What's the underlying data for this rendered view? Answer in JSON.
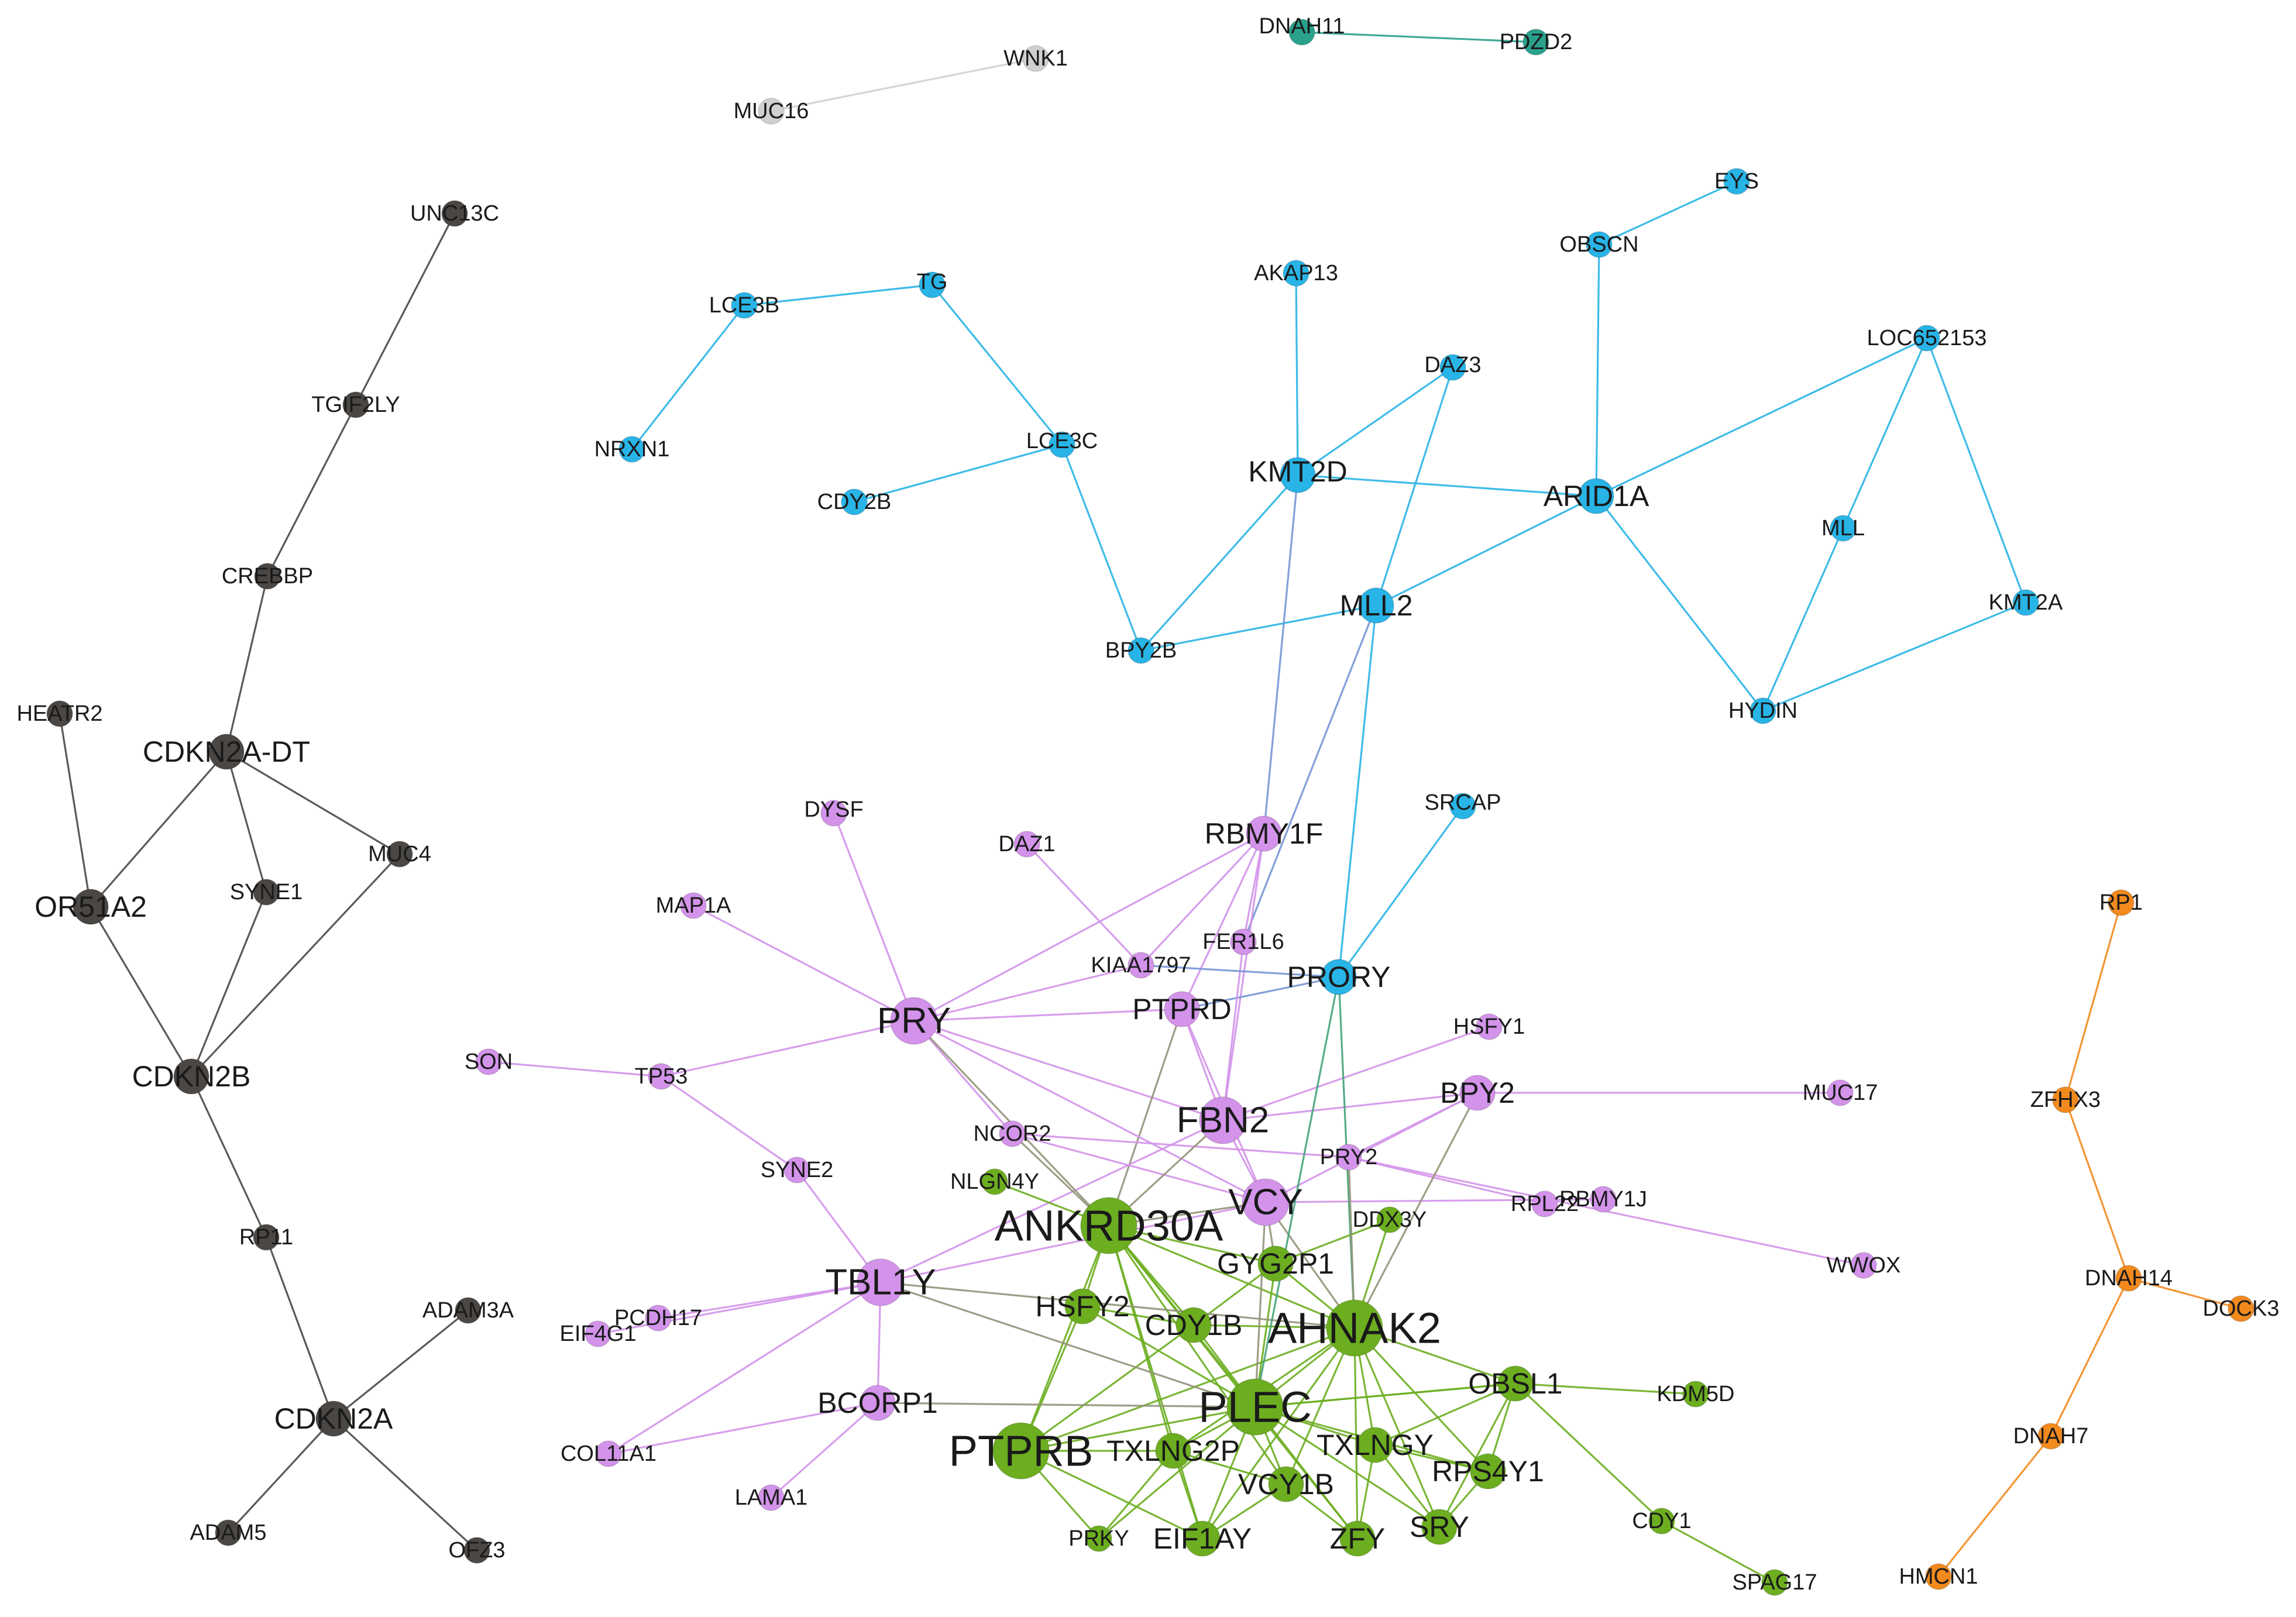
{
  "colors": {
    "gray": "#d0d0d0",
    "teal": "#2aa18b",
    "blue": "#28b4e6",
    "violet": "#d393ea",
    "green": "#6cae20",
    "dark": "#4a4744",
    "orange": "#f28a1e"
  },
  "nodes": [
    {
      "id": "MUC16",
      "label": "MUC16",
      "group": "gray",
      "size": "s"
    },
    {
      "id": "WNK1",
      "label": "WNK1",
      "group": "gray",
      "size": "s"
    },
    {
      "id": "DNAH11",
      "label": "DNAH11",
      "group": "teal",
      "size": "s"
    },
    {
      "id": "PDZD2",
      "label": "PDZD2",
      "group": "teal",
      "size": "s"
    },
    {
      "id": "LCE3B",
      "label": "LCE3B",
      "group": "blue",
      "size": "s"
    },
    {
      "id": "TG",
      "label": "TG",
      "group": "blue",
      "size": "s"
    },
    {
      "id": "NRXN1",
      "label": "NRXN1",
      "group": "blue",
      "size": "s"
    },
    {
      "id": "LCE3C",
      "label": "LCE3C",
      "group": "blue",
      "size": "s"
    },
    {
      "id": "CDY2B",
      "label": "CDY2B",
      "group": "blue",
      "size": "s"
    },
    {
      "id": "BPY2B",
      "label": "BPY2B",
      "group": "blue",
      "size": "s"
    },
    {
      "id": "AKAP13",
      "label": "AKAP13",
      "group": "blue",
      "size": "s"
    },
    {
      "id": "DAZ3",
      "label": "DAZ3",
      "group": "blue",
      "size": "s"
    },
    {
      "id": "KMT2D",
      "label": "KMT2D",
      "group": "blue",
      "size": "m"
    },
    {
      "id": "ARID1A",
      "label": "ARID1A",
      "group": "blue",
      "size": "m"
    },
    {
      "id": "MLL2",
      "label": "MLL2",
      "group": "blue",
      "size": "m"
    },
    {
      "id": "EYS",
      "label": "EYS",
      "group": "blue",
      "size": "s"
    },
    {
      "id": "OBSCN",
      "label": "OBSCN",
      "group": "blue",
      "size": "s"
    },
    {
      "id": "LOC652153",
      "label": "LOC652153",
      "group": "blue",
      "size": "s"
    },
    {
      "id": "MLL",
      "label": "MLL",
      "group": "blue",
      "size": "s"
    },
    {
      "id": "KMT2A",
      "label": "KMT2A",
      "group": "blue",
      "size": "s"
    },
    {
      "id": "HYDIN",
      "label": "HYDIN",
      "group": "blue",
      "size": "s"
    },
    {
      "id": "SRCAP",
      "label": "SRCAP",
      "group": "blue",
      "size": "s"
    },
    {
      "id": "PRORY",
      "label": "PRORY",
      "group": "blue",
      "size": "m"
    },
    {
      "id": "UNC13C",
      "label": "UNC13C",
      "group": "dark",
      "size": "s"
    },
    {
      "id": "TGIF2LY",
      "label": "TGIF2LY",
      "group": "dark",
      "size": "s"
    },
    {
      "id": "CREBBP",
      "label": "CREBBP",
      "group": "dark",
      "size": "s"
    },
    {
      "id": "HEATR2",
      "label": "HEATR2",
      "group": "dark",
      "size": "s"
    },
    {
      "id": "CDKN2A-DT",
      "label": "CDKN2A-DT",
      "group": "dark",
      "size": "m"
    },
    {
      "id": "SYNE1",
      "label": "SYNE1",
      "group": "dark",
      "size": "s"
    },
    {
      "id": "MUC4",
      "label": "MUC4",
      "group": "dark",
      "size": "s"
    },
    {
      "id": "OR51A2",
      "label": "OR51A2",
      "group": "dark",
      "size": "m"
    },
    {
      "id": "CDKN2B",
      "label": "CDKN2B",
      "group": "dark",
      "size": "m"
    },
    {
      "id": "RP11",
      "label": "RP11",
      "group": "dark",
      "size": "s"
    },
    {
      "id": "ADAM3A",
      "label": "ADAM3A",
      "group": "dark",
      "size": "s"
    },
    {
      "id": "CDKN2A",
      "label": "CDKN2A",
      "group": "dark",
      "size": "m"
    },
    {
      "id": "ADAM5",
      "label": "ADAM5",
      "group": "dark",
      "size": "s"
    },
    {
      "id": "OFZ3",
      "label": "OFZ3",
      "group": "dark",
      "size": "s"
    },
    {
      "id": "DYSF",
      "label": "DYSF",
      "group": "violet",
      "size": "s"
    },
    {
      "id": "DAZ1",
      "label": "DAZ1",
      "group": "violet",
      "size": "s"
    },
    {
      "id": "RBMY1F",
      "label": "RBMY1F",
      "group": "violet",
      "size": "m"
    },
    {
      "id": "MAP1A",
      "label": "MAP1A",
      "group": "violet",
      "size": "s"
    },
    {
      "id": "KIAA1797",
      "label": "KIAA1797",
      "group": "violet",
      "size": "s"
    },
    {
      "id": "FER1L6",
      "label": "FER1L6",
      "group": "violet",
      "size": "s"
    },
    {
      "id": "PRY",
      "label": "PRY",
      "group": "violet",
      "size": "l"
    },
    {
      "id": "PTPRD",
      "label": "PTPRD",
      "group": "violet",
      "size": "m"
    },
    {
      "id": "SON",
      "label": "SON",
      "group": "violet",
      "size": "s"
    },
    {
      "id": "TP53",
      "label": "TP53",
      "group": "violet",
      "size": "s"
    },
    {
      "id": "HSFY1",
      "label": "HSFY1",
      "group": "violet",
      "size": "s"
    },
    {
      "id": "BPY2",
      "label": "BPY2",
      "group": "violet",
      "size": "m"
    },
    {
      "id": "MUC17",
      "label": "MUC17",
      "group": "violet",
      "size": "s"
    },
    {
      "id": "FBN2",
      "label": "FBN2",
      "group": "violet",
      "size": "l"
    },
    {
      "id": "NCOR2",
      "label": "NCOR2",
      "group": "violet",
      "size": "s"
    },
    {
      "id": "PRY2",
      "label": "PRY2",
      "group": "violet",
      "size": "s"
    },
    {
      "id": "SYNE2",
      "label": "SYNE2",
      "group": "violet",
      "size": "s"
    },
    {
      "id": "VCY",
      "label": "VCY",
      "group": "violet",
      "size": "l"
    },
    {
      "id": "RPL22",
      "label": "RPL22",
      "group": "violet",
      "size": "s"
    },
    {
      "id": "RBMY1J",
      "label": "RBMY1J",
      "group": "violet",
      "size": "s"
    },
    {
      "id": "WWOX",
      "label": "WWOX",
      "group": "violet",
      "size": "s"
    },
    {
      "id": "TBL1Y",
      "label": "TBL1Y",
      "group": "violet",
      "size": "l"
    },
    {
      "id": "EIF4G1",
      "label": "EIF4G1",
      "group": "violet",
      "size": "s"
    },
    {
      "id": "PCDH17",
      "label": "PCDH17",
      "group": "violet",
      "size": "s"
    },
    {
      "id": "BCORP1",
      "label": "BCORP1",
      "group": "violet",
      "size": "m"
    },
    {
      "id": "COL11A1",
      "label": "COL11A1",
      "group": "violet",
      "size": "s"
    },
    {
      "id": "LAMA1",
      "label": "LAMA1",
      "group": "violet",
      "size": "s"
    },
    {
      "id": "NLGN4Y",
      "label": "NLGN4Y",
      "group": "green",
      "size": "s"
    },
    {
      "id": "ANKRD30A",
      "label": "ANKRD30A",
      "group": "green",
      "size": "xl"
    },
    {
      "id": "DDX3Y",
      "label": "DDX3Y",
      "group": "green",
      "size": "s"
    },
    {
      "id": "GYG2P1",
      "label": "GYG2P1",
      "group": "green",
      "size": "m"
    },
    {
      "id": "HSFY2",
      "label": "HSFY2",
      "group": "green",
      "size": "m"
    },
    {
      "id": "CDY1B",
      "label": "CDY1B",
      "group": "green",
      "size": "m"
    },
    {
      "id": "AHNAK2",
      "label": "AHNAK2",
      "group": "green",
      "size": "xl"
    },
    {
      "id": "OBSL1",
      "label": "OBSL1",
      "group": "green",
      "size": "m"
    },
    {
      "id": "KDM5D",
      "label": "KDM5D",
      "group": "green",
      "size": "s"
    },
    {
      "id": "PLEC",
      "label": "PLEC",
      "group": "green",
      "size": "xl"
    },
    {
      "id": "PTPRB",
      "label": "PTPRB",
      "group": "green",
      "size": "xl"
    },
    {
      "id": "TXLNG2P",
      "label": "TXLNG2P",
      "group": "green",
      "size": "m"
    },
    {
      "id": "TXLNGY",
      "label": "TXLNGY",
      "group": "green",
      "size": "m"
    },
    {
      "id": "RPS4Y1",
      "label": "RPS4Y1",
      "group": "green",
      "size": "m"
    },
    {
      "id": "VCY1B",
      "label": "VCY1B",
      "group": "green",
      "size": "m"
    },
    {
      "id": "CDY1",
      "label": "CDY1",
      "group": "green",
      "size": "s"
    },
    {
      "id": "PRKY",
      "label": "PRKY",
      "group": "green",
      "size": "s"
    },
    {
      "id": "EIF1AY",
      "label": "EIF1AY",
      "group": "green",
      "size": "m"
    },
    {
      "id": "ZFY",
      "label": "ZFY",
      "group": "green",
      "size": "m"
    },
    {
      "id": "SRY",
      "label": "SRY",
      "group": "green",
      "size": "m"
    },
    {
      "id": "SPAG17",
      "label": "SPAG17",
      "group": "green",
      "size": "s"
    },
    {
      "id": "RP1",
      "label": "RP1",
      "group": "orange",
      "size": "s"
    },
    {
      "id": "ZFHX3",
      "label": "ZFHX3",
      "group": "orange",
      "size": "s"
    },
    {
      "id": "DNAH14",
      "label": "DNAH14",
      "group": "orange",
      "size": "s"
    },
    {
      "id": "DOCK3",
      "label": "DOCK3",
      "group": "orange",
      "size": "s"
    },
    {
      "id": "DNAH7",
      "label": "DNAH7",
      "group": "orange",
      "size": "s"
    },
    {
      "id": "HMCN1",
      "label": "HMCN1",
      "group": "orange",
      "size": "s"
    }
  ],
  "edges": [
    [
      "MUC16",
      "WNK1"
    ],
    [
      "DNAH11",
      "PDZD2"
    ],
    [
      "LCE3B",
      "TG"
    ],
    [
      "LCE3B",
      "NRXN1"
    ],
    [
      "TG",
      "LCE3C"
    ],
    [
      "LCE3C",
      "CDY2B"
    ],
    [
      "LCE3C",
      "BPY2B"
    ],
    [
      "BPY2B",
      "KMT2D"
    ],
    [
      "BPY2B",
      "MLL2"
    ],
    [
      "AKAP13",
      "KMT2D"
    ],
    [
      "KMT2D",
      "DAZ3"
    ],
    [
      "KMT2D",
      "ARID1A"
    ],
    [
      "DAZ3",
      "MLL2"
    ],
    [
      "ARID1A",
      "MLL2"
    ],
    [
      "OBSCN",
      "EYS"
    ],
    [
      "OBSCN",
      "ARID1A"
    ],
    [
      "ARID1A",
      "LOC652153"
    ],
    [
      "ARID1A",
      "HYDIN"
    ],
    [
      "LOC652153",
      "MLL"
    ],
    [
      "LOC652153",
      "KMT2A"
    ],
    [
      "MLL",
      "HYDIN"
    ],
    [
      "HYDIN",
      "KMT2A"
    ],
    [
      "MLL2",
      "PRORY"
    ],
    [
      "SRCAP",
      "PRORY"
    ],
    [
      "KMT2D",
      "RBMY1F"
    ],
    [
      "MLL2",
      "FER1L6"
    ],
    [
      "UNC13C",
      "TGIF2LY"
    ],
    [
      "TGIF2LY",
      "CREBBP"
    ],
    [
      "CREBBP",
      "CDKN2A-DT"
    ],
    [
      "CDKN2A-DT",
      "OR51A2"
    ],
    [
      "CDKN2A-DT",
      "SYNE1"
    ],
    [
      "CDKN2A-DT",
      "MUC4"
    ],
    [
      "HEATR2",
      "OR51A2"
    ],
    [
      "OR51A2",
      "CDKN2B"
    ],
    [
      "SYNE1",
      "CDKN2B"
    ],
    [
      "MUC4",
      "CDKN2B"
    ],
    [
      "CDKN2B",
      "RP11"
    ],
    [
      "RP11",
      "CDKN2A"
    ],
    [
      "CDKN2A",
      "ADAM3A"
    ],
    [
      "CDKN2A",
      "ADAM5"
    ],
    [
      "CDKN2A",
      "OFZ3"
    ],
    [
      "DYSF",
      "PRY"
    ],
    [
      "MAP1A",
      "PRY"
    ],
    [
      "DAZ1",
      "KIAA1797"
    ],
    [
      "RBMY1F",
      "KIAA1797"
    ],
    [
      "RBMY1F",
      "PTPRD"
    ],
    [
      "RBMY1F",
      "FBN2"
    ],
    [
      "RBMY1F",
      "PRY"
    ],
    [
      "RBMY1F",
      "FER1L6"
    ],
    [
      "PRY",
      "KIAA1797"
    ],
    [
      "PRY",
      "PTPRD"
    ],
    [
      "PRY",
      "TP53"
    ],
    [
      "PRY",
      "FBN2"
    ],
    [
      "PRY",
      "NCOR2"
    ],
    [
      "SON",
      "TP53"
    ],
    [
      "TP53",
      "SYNE2"
    ],
    [
      "SYNE2",
      "TBL1Y"
    ],
    [
      "PTPRD",
      "PRORY"
    ],
    [
      "PTPRD",
      "FBN2"
    ],
    [
      "PTPRD",
      "VCY"
    ],
    [
      "PTPRD",
      "ANKRD30A"
    ],
    [
      "FER1L6",
      "FBN2"
    ],
    [
      "FBN2",
      "HSFY1"
    ],
    [
      "FBN2",
      "BPY2"
    ],
    [
      "FBN2",
      "TBL1Y"
    ],
    [
      "FBN2",
      "VCY"
    ],
    [
      "BPY2",
      "MUC17"
    ],
    [
      "BPY2",
      "VCY"
    ],
    [
      "BPY2",
      "PRY2"
    ],
    [
      "NCOR2",
      "PRY2"
    ],
    [
      "PRY2",
      "RPL22"
    ],
    [
      "PRY2",
      "WWOX"
    ],
    [
      "VCY",
      "RBMY1J"
    ],
    [
      "VCY",
      "TBL1Y"
    ],
    [
      "VCY",
      "NCOR2"
    ],
    [
      "TBL1Y",
      "EIF4G1"
    ],
    [
      "TBL1Y",
      "PCDH17"
    ],
    [
      "TBL1Y",
      "COL11A1"
    ],
    [
      "TBL1Y",
      "BCORP1"
    ],
    [
      "BCORP1",
      "LAMA1"
    ],
    [
      "BCORP1",
      "COL11A1"
    ],
    [
      "KIAA1797",
      "PRORY"
    ],
    [
      "PRY",
      "VCY"
    ],
    [
      "ANKRD30A",
      "NLGN4Y"
    ],
    [
      "ANKRD30A",
      "GYG2P1"
    ],
    [
      "ANKRD30A",
      "HSFY2"
    ],
    [
      "ANKRD30A",
      "CDY1B"
    ],
    [
      "ANKRD30A",
      "PLEC"
    ],
    [
      "ANKRD30A",
      "PTPRB"
    ],
    [
      "ANKRD30A",
      "TXLNG2P"
    ],
    [
      "ANKRD30A",
      "AHNAK2"
    ],
    [
      "ANKRD30A",
      "VCY1B"
    ],
    [
      "ANKRD30A",
      "EIF1AY"
    ],
    [
      "ANKRD30A",
      "ZFY"
    ],
    [
      "ANKRD30A",
      "VCY"
    ],
    [
      "AHNAK2",
      "GYG2P1"
    ],
    [
      "AHNAK2",
      "DDX3Y"
    ],
    [
      "AHNAK2",
      "OBSL1"
    ],
    [
      "AHNAK2",
      "PLEC"
    ],
    [
      "AHNAK2",
      "TXLNGY"
    ],
    [
      "AHNAK2",
      "RPS4Y1"
    ],
    [
      "AHNAK2",
      "SRY"
    ],
    [
      "AHNAK2",
      "ZFY"
    ],
    [
      "AHNAK2",
      "VCY1B"
    ],
    [
      "AHNAK2",
      "CDY1B"
    ],
    [
      "AHNAK2",
      "PTPRB"
    ],
    [
      "AHNAK2",
      "EIF1AY"
    ],
    [
      "AHNAK2",
      "TXLNG2P"
    ],
    [
      "AHNAK2",
      "PRORY"
    ],
    [
      "PLEC",
      "PTPRB"
    ],
    [
      "PLEC",
      "TXLNG2P"
    ],
    [
      "PLEC",
      "TXLNGY"
    ],
    [
      "PLEC",
      "VCY1B"
    ],
    [
      "PLEC",
      "ZFY"
    ],
    [
      "PLEC",
      "SRY"
    ],
    [
      "PLEC",
      "OBSL1"
    ],
    [
      "PLEC",
      "CDY1B"
    ],
    [
      "PLEC",
      "HSFY2"
    ],
    [
      "PLEC",
      "EIF1AY"
    ],
    [
      "PLEC",
      "RPS4Y1"
    ],
    [
      "PLEC",
      "GYG2P1"
    ],
    [
      "PLEC",
      "PRKY"
    ],
    [
      "OBSL1",
      "KDM5D"
    ],
    [
      "OBSL1",
      "CDY1"
    ],
    [
      "OBSL1",
      "RPS4Y1"
    ],
    [
      "OBSL1",
      "SRY"
    ],
    [
      "OBSL1",
      "TXLNGY"
    ],
    [
      "OBSL1",
      "PLEC"
    ],
    [
      "CDY1",
      "SPAG17"
    ],
    [
      "PTPRB",
      "TXLNG2P"
    ],
    [
      "PTPRB",
      "PRKY"
    ],
    [
      "PTPRB",
      "EIF1AY"
    ],
    [
      "PTPRB",
      "HSFY2"
    ],
    [
      "PTPRB",
      "CDY1B"
    ],
    [
      "TXLNG2P",
      "PRKY"
    ],
    [
      "TXLNG2P",
      "EIF1AY"
    ],
    [
      "TXLNG2P",
      "VCY1B"
    ],
    [
      "TXLNGY",
      "RPS4Y1"
    ],
    [
      "TXLNGY",
      "SRY"
    ],
    [
      "TXLNGY",
      "ZFY"
    ],
    [
      "RPS4Y1",
      "SRY"
    ],
    [
      "HSFY2",
      "CDY1B"
    ],
    [
      "CDY1B",
      "GYG2P1"
    ],
    [
      "GYG2P1",
      "DDX3Y"
    ],
    [
      "VCY1B",
      "EIF1AY"
    ],
    [
      "VCY1B",
      "ZFY"
    ],
    [
      "VCY",
      "GYG2P1"
    ],
    [
      "VCY",
      "PLEC"
    ],
    [
      "VCY",
      "AHNAK2"
    ],
    [
      "TBL1Y",
      "AHNAK2"
    ],
    [
      "TBL1Y",
      "PLEC"
    ],
    [
      "BCORP1",
      "PLEC"
    ],
    [
      "BPY2",
      "AHNAK2"
    ],
    [
      "NCOR2",
      "ANKRD30A"
    ],
    [
      "PRY",
      "ANKRD30A"
    ],
    [
      "PRY2",
      "AHNAK2"
    ],
    [
      "PRORY",
      "PLEC"
    ],
    [
      "FBN2",
      "ANKRD30A"
    ],
    [
      "RP1",
      "ZFHX3"
    ],
    [
      "ZFHX3",
      "DNAH14"
    ],
    [
      "DNAH14",
      "DOCK3"
    ],
    [
      "DNAH14",
      "DNAH7"
    ],
    [
      "DNAH7",
      "HMCN1"
    ]
  ]
}
